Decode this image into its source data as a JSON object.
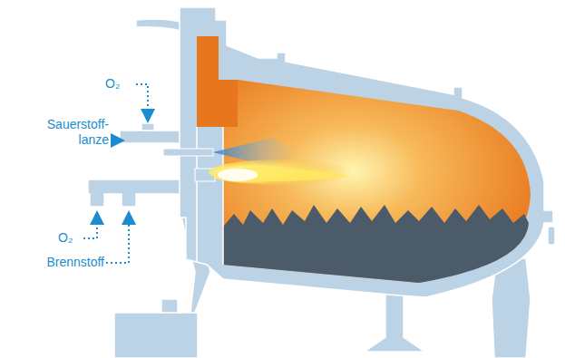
{
  "diagram": {
    "labels": [
      "O₂",
      "Sauerstoff- lanze",
      "O₂",
      "Brennstoff"
    ]
  }
}
